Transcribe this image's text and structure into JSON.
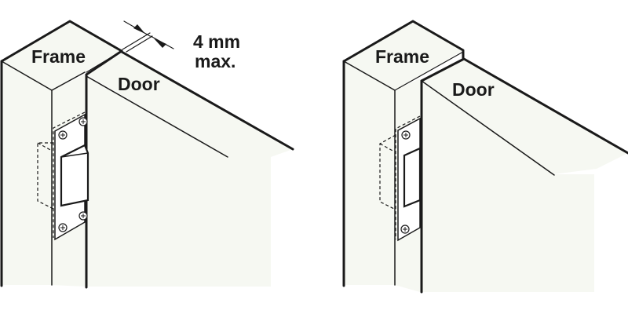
{
  "diagrams": [
    {
      "id": "left",
      "frame_label": "Frame",
      "door_label": "Door",
      "gap_label_line1": "4 mm",
      "gap_label_line2": "max."
    },
    {
      "id": "right",
      "frame_label": "Frame",
      "door_label": "Door"
    }
  ],
  "colors": {
    "background": "#ffffff",
    "panel_fill": "#f6f8f2",
    "strike_fill": "#ffffff",
    "line": "#1a1a1a"
  }
}
